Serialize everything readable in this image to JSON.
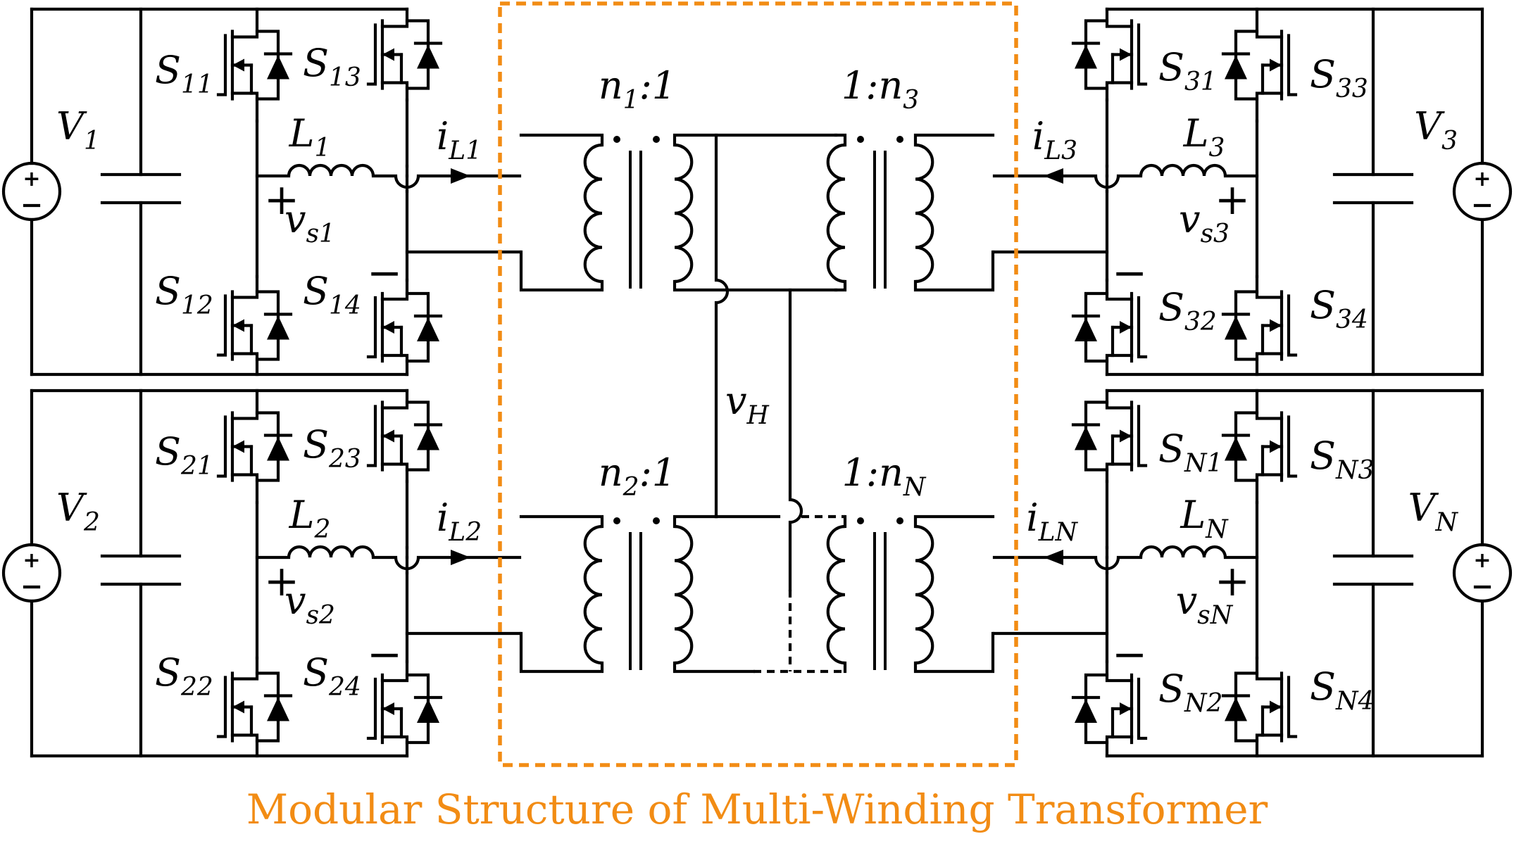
{
  "caption": "Modular Structure of Multi-Winding Transformer",
  "colors": {
    "frame": "#f28c14",
    "wire": "#000000",
    "caption": "#f28c14"
  },
  "modules": [
    {
      "id": "port-1",
      "source": {
        "main": "V",
        "sub": "1"
      },
      "inductor": {
        "main": "L",
        "sub": "1"
      },
      "current": {
        "main": "i",
        "sub": "L1"
      },
      "voltage": {
        "main": "v",
        "sub": "s1"
      },
      "switches": [
        {
          "main": "S",
          "sub": "11"
        },
        {
          "main": "S",
          "sub": "12"
        },
        {
          "main": "S",
          "sub": "13"
        },
        {
          "main": "S",
          "sub": "14"
        }
      ],
      "ratio": {
        "pre_main": "n",
        "pre_sub": "1",
        "post": ":1"
      }
    },
    {
      "id": "port-2",
      "source": {
        "main": "V",
        "sub": "2"
      },
      "inductor": {
        "main": "L",
        "sub": "2"
      },
      "current": {
        "main": "i",
        "sub": "L2"
      },
      "voltage": {
        "main": "v",
        "sub": "s2"
      },
      "switches": [
        {
          "main": "S",
          "sub": "21"
        },
        {
          "main": "S",
          "sub": "22"
        },
        {
          "main": "S",
          "sub": "23"
        },
        {
          "main": "S",
          "sub": "24"
        }
      ],
      "ratio": {
        "pre_main": "n",
        "pre_sub": "2",
        "post": ":1"
      }
    },
    {
      "id": "port-3",
      "source": {
        "main": "V",
        "sub": "3"
      },
      "inductor": {
        "main": "L",
        "sub": "3"
      },
      "current": {
        "main": "i",
        "sub": "L3"
      },
      "voltage": {
        "main": "v",
        "sub": "s3"
      },
      "switches": [
        {
          "main": "S",
          "sub": "31"
        },
        {
          "main": "S",
          "sub": "32"
        },
        {
          "main": "S",
          "sub": "33"
        },
        {
          "main": "S",
          "sub": "34"
        }
      ],
      "ratio": {
        "pre": "1:",
        "post_main": "n",
        "post_sub": "3"
      }
    },
    {
      "id": "port-n",
      "source": {
        "main": "V",
        "sub": "N"
      },
      "inductor": {
        "main": "L",
        "sub": "N"
      },
      "current": {
        "main": "i",
        "sub": "LN"
      },
      "voltage": {
        "main": "v",
        "sub": "sN"
      },
      "switches": [
        {
          "main": "S",
          "sub": "N1"
        },
        {
          "main": "S",
          "sub": "N2"
        },
        {
          "main": "S",
          "sub": "N3"
        },
        {
          "main": "S",
          "sub": "N4"
        }
      ],
      "ratio": {
        "pre": "1:",
        "post_main": "n",
        "post_sub": "N"
      }
    }
  ],
  "hub_voltage": {
    "main": "v",
    "sub": "H"
  },
  "polarity": {
    "plus": "+",
    "minus": "−"
  }
}
